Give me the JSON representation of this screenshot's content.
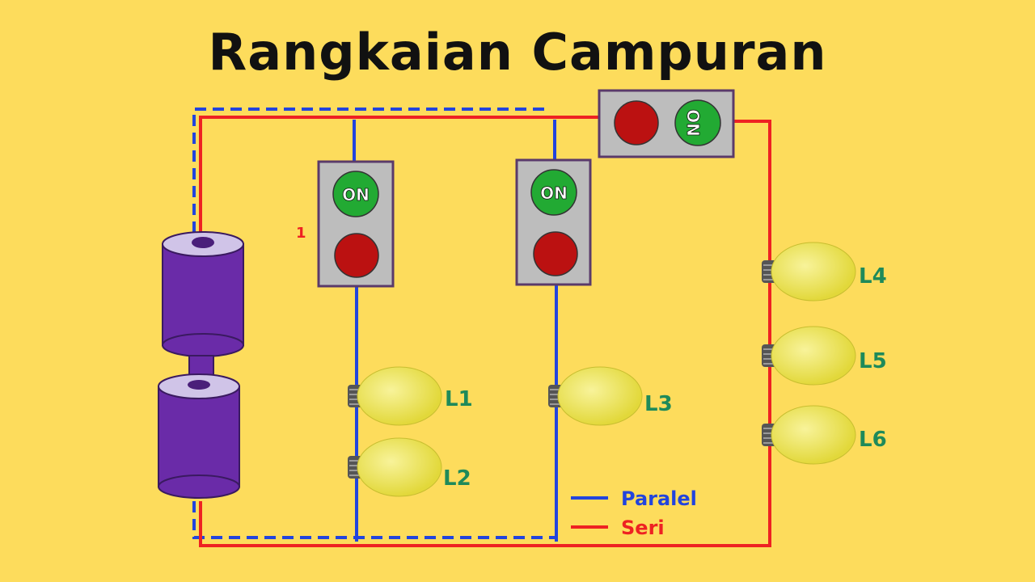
{
  "title": "Rangkaian Campuran",
  "colors": {
    "background": "#FDDC5C",
    "paralel_wire": "#2244DD",
    "seri_wire": "#EE2222",
    "battery": "#6A2BA8",
    "battery_top": "#D0C4E8",
    "switch_box": "#BDBDBD",
    "switch_border": "#5A3A6A",
    "button_on": "#22AA33",
    "button_off": "#BB1111",
    "bulb": "#EEE84A",
    "bulb_base": "#555555",
    "label": "#1E8A5A"
  },
  "switches": [
    {
      "id": "switch-1",
      "on_label": "ON",
      "number_label": "1"
    },
    {
      "id": "switch-2",
      "on_label": "ON"
    },
    {
      "id": "switch-3",
      "on_label": "ON"
    }
  ],
  "lamps": [
    "L1",
    "L2",
    "L3",
    "L4",
    "L5",
    "L6"
  ],
  "legend": [
    {
      "label": "Paralel",
      "color": "#2244DD"
    },
    {
      "label": "Seri",
      "color": "#EE2222"
    }
  ]
}
